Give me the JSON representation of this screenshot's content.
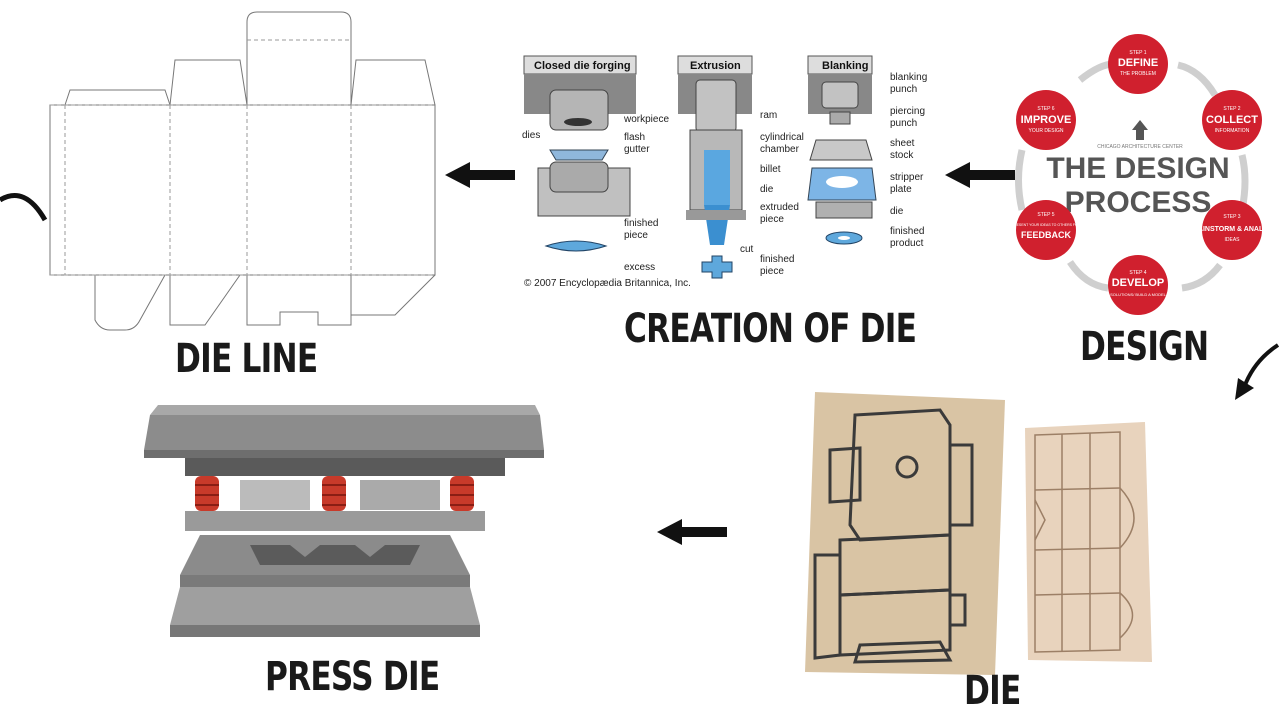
{
  "captions": {
    "die_line": "DIE LINE",
    "creation_of_die": "CREATION OF DIE",
    "design": "DESIGN",
    "press_die": "PRESS DIE",
    "die": "DIE"
  },
  "forging_panel": {
    "headers": [
      "Closed die forging",
      "Extrusion",
      "Blanking"
    ],
    "forging_labels": [
      "workpiece",
      "dies",
      "flash",
      "gutter",
      "finished",
      "piece",
      "excess"
    ],
    "extrusion_labels": [
      "ram",
      "cylindrical",
      "chamber",
      "billet",
      "die",
      "extruded",
      "piece",
      "cut",
      "finished",
      "piece"
    ],
    "blanking_labels": [
      "blanking",
      "punch",
      "piercing",
      "punch",
      "sheet",
      "stock",
      "stripper",
      "plate",
      "die",
      "finished",
      "product"
    ],
    "credit": "© 2007 Encyclopædia Britannica, Inc."
  },
  "design_process": {
    "title_line1": "THE DESIGN",
    "title_line2": "PROCESS",
    "center_small": "CHICAGO ARCHITECTURE CENTER",
    "steps": [
      {
        "step": "STEP 1",
        "title": "DEFINE",
        "sub": "THE PROBLEM"
      },
      {
        "step": "STEP 2",
        "title": "COLLECT",
        "sub": "INFORMATION"
      },
      {
        "step": "STEP 3",
        "title": "BRAINSTORM & ANALYZE",
        "sub": "IDEAS"
      },
      {
        "step": "STEP 4",
        "title": "DEVELOP",
        "sub": "SOLUTIONS/ BUILD A MODEL"
      },
      {
        "step": "STEP 5",
        "title": "FEEDBACK",
        "sub": "PRESENT YOUR IDEAS TO OTHERS FOR"
      },
      {
        "step": "STEP 6",
        "title": "IMPROVE",
        "sub": "YOUR DESIGN"
      }
    ],
    "colors": {
      "red": "#d0202e",
      "arrow_gray": "#cfcfcf",
      "title_gray": "#555555"
    }
  }
}
